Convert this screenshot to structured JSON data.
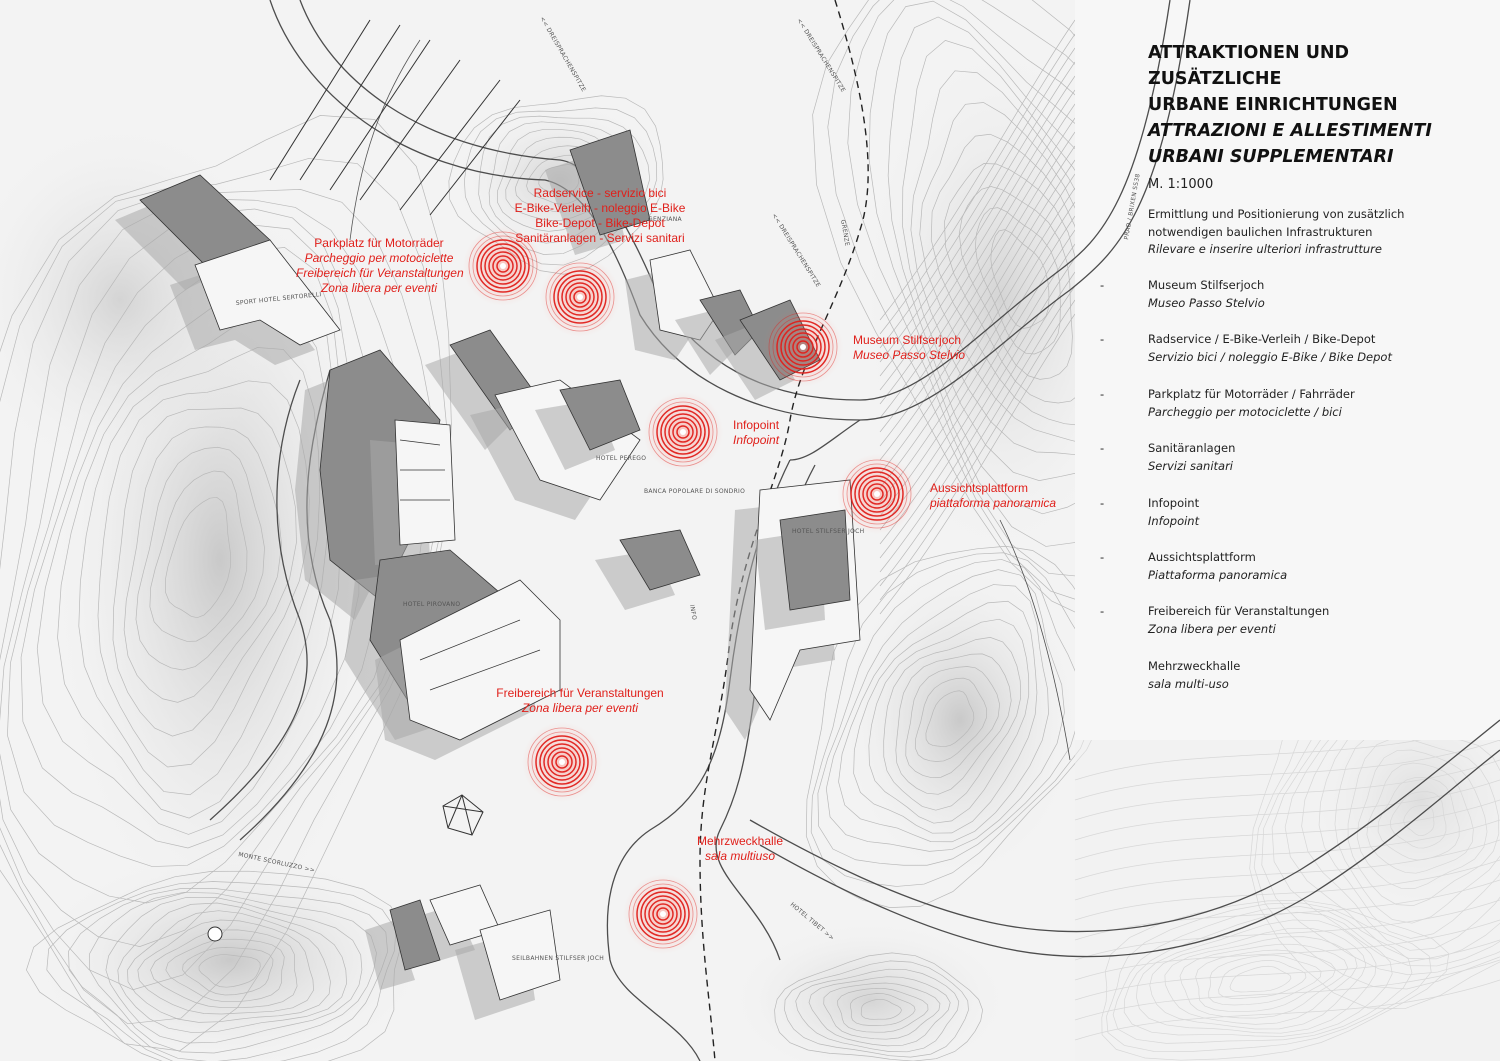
{
  "panel": {
    "title_de_line1": "ATTRAKTIONEN UND ZUSÄTZLICHE",
    "title_de_line2": "URBANE EINRICHTUNGEN",
    "title_it_line1": "ATTRAZIONI E ALLESTIMENTI",
    "title_it_line2": "URBANI SUPPLEMENTARI",
    "scale": "M. 1:1000",
    "intro_de_line1": "Ermittlung und Positionierung von zusätzlich",
    "intro_de_line2": "notwendigen baulichen Infrastrukturen",
    "intro_it": "Rilevare e inserire ulteriori infrastrutture",
    "legend": [
      {
        "dash": "-",
        "de": "Museum Stilfserjoch",
        "it": "Museo Passo Stelvio"
      },
      {
        "dash": "-",
        "de": "Radservice / E-Bike-Verleih / Bike-Depot",
        "it": "Servizio bici / noleggio E-Bike / Bike Depot"
      },
      {
        "dash": "-",
        "de": "Parkplatz für Motorräder / Fahrräder",
        "it": "Parcheggio per motociclette / bici"
      },
      {
        "dash": "-",
        "de": "Sanitäranlagen",
        "it": "Servizi sanitari"
      },
      {
        "dash": "-",
        "de": "Infopoint",
        "it": "Infopoint"
      },
      {
        "dash": "-",
        "de": "Aussichtsplattform",
        "it": "Piattaforma panoramica"
      },
      {
        "dash": "-",
        "de": "Freibereich für Veranstaltungen",
        "it": "Zona libera per eventi"
      },
      {
        "dash": "",
        "de": "Mehrzweckhalle",
        "it": "sala multi-uso"
      }
    ]
  },
  "callouts": {
    "radservice": {
      "l1": "Radservice - servizio bici",
      "l2": "E-Bike-Verleih - noleggio E-Bike",
      "l3": "Bike-Depot - Bike-Depot",
      "l4": "Sanitäranlagen - Servizi sanitari"
    },
    "parkplatz": {
      "l1": "Parkplatz für Motorräder",
      "l2": "Parcheggio per motociclette",
      "l3": "Freibereich für Veranstaltungen",
      "l4": "Zona libera per eventi"
    },
    "museum": {
      "l1": "Museum Stilfserjoch",
      "l2": "Museo Passo Stelvio"
    },
    "infopoint": {
      "l1": "Infopoint",
      "l2": "Infopoint"
    },
    "aussicht": {
      "l1": "Aussichtsplattform",
      "l2": "piattaforma panoramica"
    },
    "freibereich": {
      "l1": "Freibereich für Veranstaltungen",
      "l2": "Zona libera per eventi"
    },
    "mehrzweck": {
      "l1": "Mehrzweckhalle",
      "l2": "sala multiuso"
    }
  },
  "places": {
    "sport_hotel": "SPORT HOTEL SERTORELLI",
    "hotel_perego": "HOTEL PEREGO",
    "banca": "BANCA POPOLARE DI SONDRIO",
    "hotel_stilfser": "HOTEL STILFSER JOCH",
    "hotel_pirovano": "HOTEL PIROVANO",
    "seilbahn": "SEILBAHNEN STILFSER JOCH",
    "monte": "MONTE SCORLUZZO >>",
    "hotel_tibet": "HOTEL TIBET >>",
    "genziana": "GENZIANA",
    "grenze": "GRENZE",
    "dreisprachen": "<< DREISPRACHENSPITZE",
    "dreisprachen2": "<< DREISPRACHENSPITZE",
    "dreisprachen3": "<< DREISPRACHENSPITZE",
    "prad": "PRAD / BRIXEN SS38",
    "info": "INFO"
  },
  "colors": {
    "marker": "#e0201b",
    "text_red": "#e0201b",
    "building": "#8c8c8c",
    "shadow": "#a9a9a9",
    "line": "#555555"
  }
}
